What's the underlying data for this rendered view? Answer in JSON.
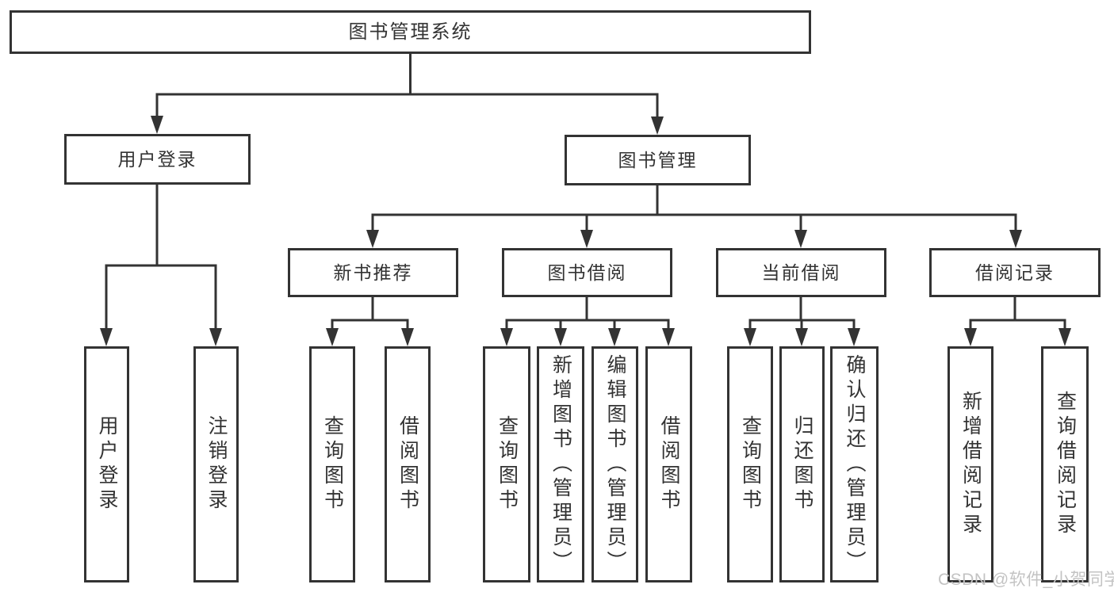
{
  "diagram": {
    "type": "tree-hierarchy",
    "nodes": {
      "root": "图书管理系统",
      "level1": [
        "用户登录",
        "图书管理"
      ],
      "level2": [
        "新书推荐",
        "图书借阅",
        "当前借阅",
        "借阅记录"
      ],
      "leaves": [
        "用户登录",
        "注销登录",
        "查询图书",
        "借阅图书",
        "查询图书",
        "新增图书（管理员）",
        "编辑图书（管理员）",
        "借阅图书",
        "查询图书",
        "归还图书",
        "确认归还（管理员）",
        "新增借阅记录",
        "查询借阅记录"
      ]
    },
    "hierarchy": {
      "图书管理系统": {
        "用户登录": [
          "用户登录",
          "注销登录"
        ],
        "图书管理": {
          "新书推荐": [
            "查询图书",
            "借阅图书"
          ],
          "图书借阅": [
            "查询图书",
            "新增图书（管理员）",
            "编辑图书（管理员）",
            "借阅图书"
          ],
          "当前借阅": [
            "查询图书",
            "归还图书",
            "确认归还（管理员）"
          ],
          "借阅记录": [
            "新增借阅记录",
            "查询借阅记录"
          ]
        }
      }
    }
  },
  "watermark": {
    "text": "CSDN @软件_小贺同学"
  },
  "colors": {
    "line": "#333333",
    "text": "#333333",
    "background": "#ffffff",
    "watermark": "#c3c3c3"
  }
}
